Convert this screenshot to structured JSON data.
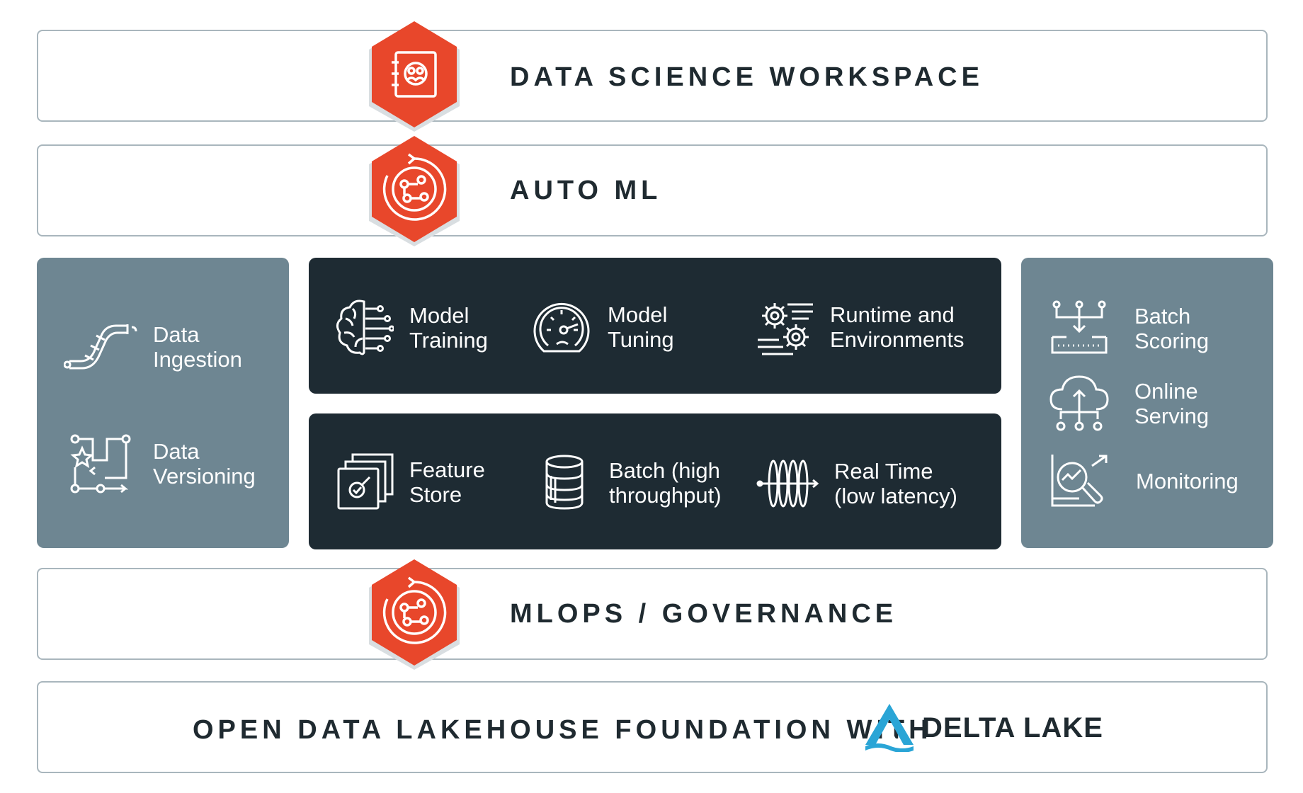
{
  "layers": {
    "workspace": "DATA SCIENCE WORKSPACE",
    "automl": "AUTO ML",
    "mlops": "MLOPS / GOVERNANCE",
    "foundation": "OPEN DATA LAKEHOUSE FOUNDATION WITH"
  },
  "brand": {
    "delta_lake": "DELTA LAKE",
    "accent": "#e8472b",
    "delta_blue": "#2aa5d6"
  },
  "left_panel": {
    "items": [
      {
        "label": "Data\nIngestion",
        "icon": "pipe-icon"
      },
      {
        "label": "Data\nVersioning",
        "icon": "branching-icon"
      }
    ]
  },
  "center_top": {
    "items": [
      {
        "label": "Model\nTraining",
        "icon": "brain-icon"
      },
      {
        "label": "Model\nTuning",
        "icon": "gauge-icon"
      },
      {
        "label": "Runtime and\nEnvironments",
        "icon": "gears-icon"
      }
    ]
  },
  "center_bottom": {
    "items": [
      {
        "label": "Feature\nStore",
        "icon": "feature-store-icon"
      },
      {
        "label": "Batch (high\nthroughput)",
        "icon": "database-icon"
      },
      {
        "label": "Real Time\n(low latency)",
        "icon": "waveform-icon"
      }
    ]
  },
  "right_panel": {
    "items": [
      {
        "label": "Batch\nScoring",
        "icon": "batch-scoring-icon"
      },
      {
        "label": "Online\nServing",
        "icon": "cloud-icon"
      },
      {
        "label": "Monitoring",
        "icon": "monitoring-icon"
      }
    ]
  }
}
